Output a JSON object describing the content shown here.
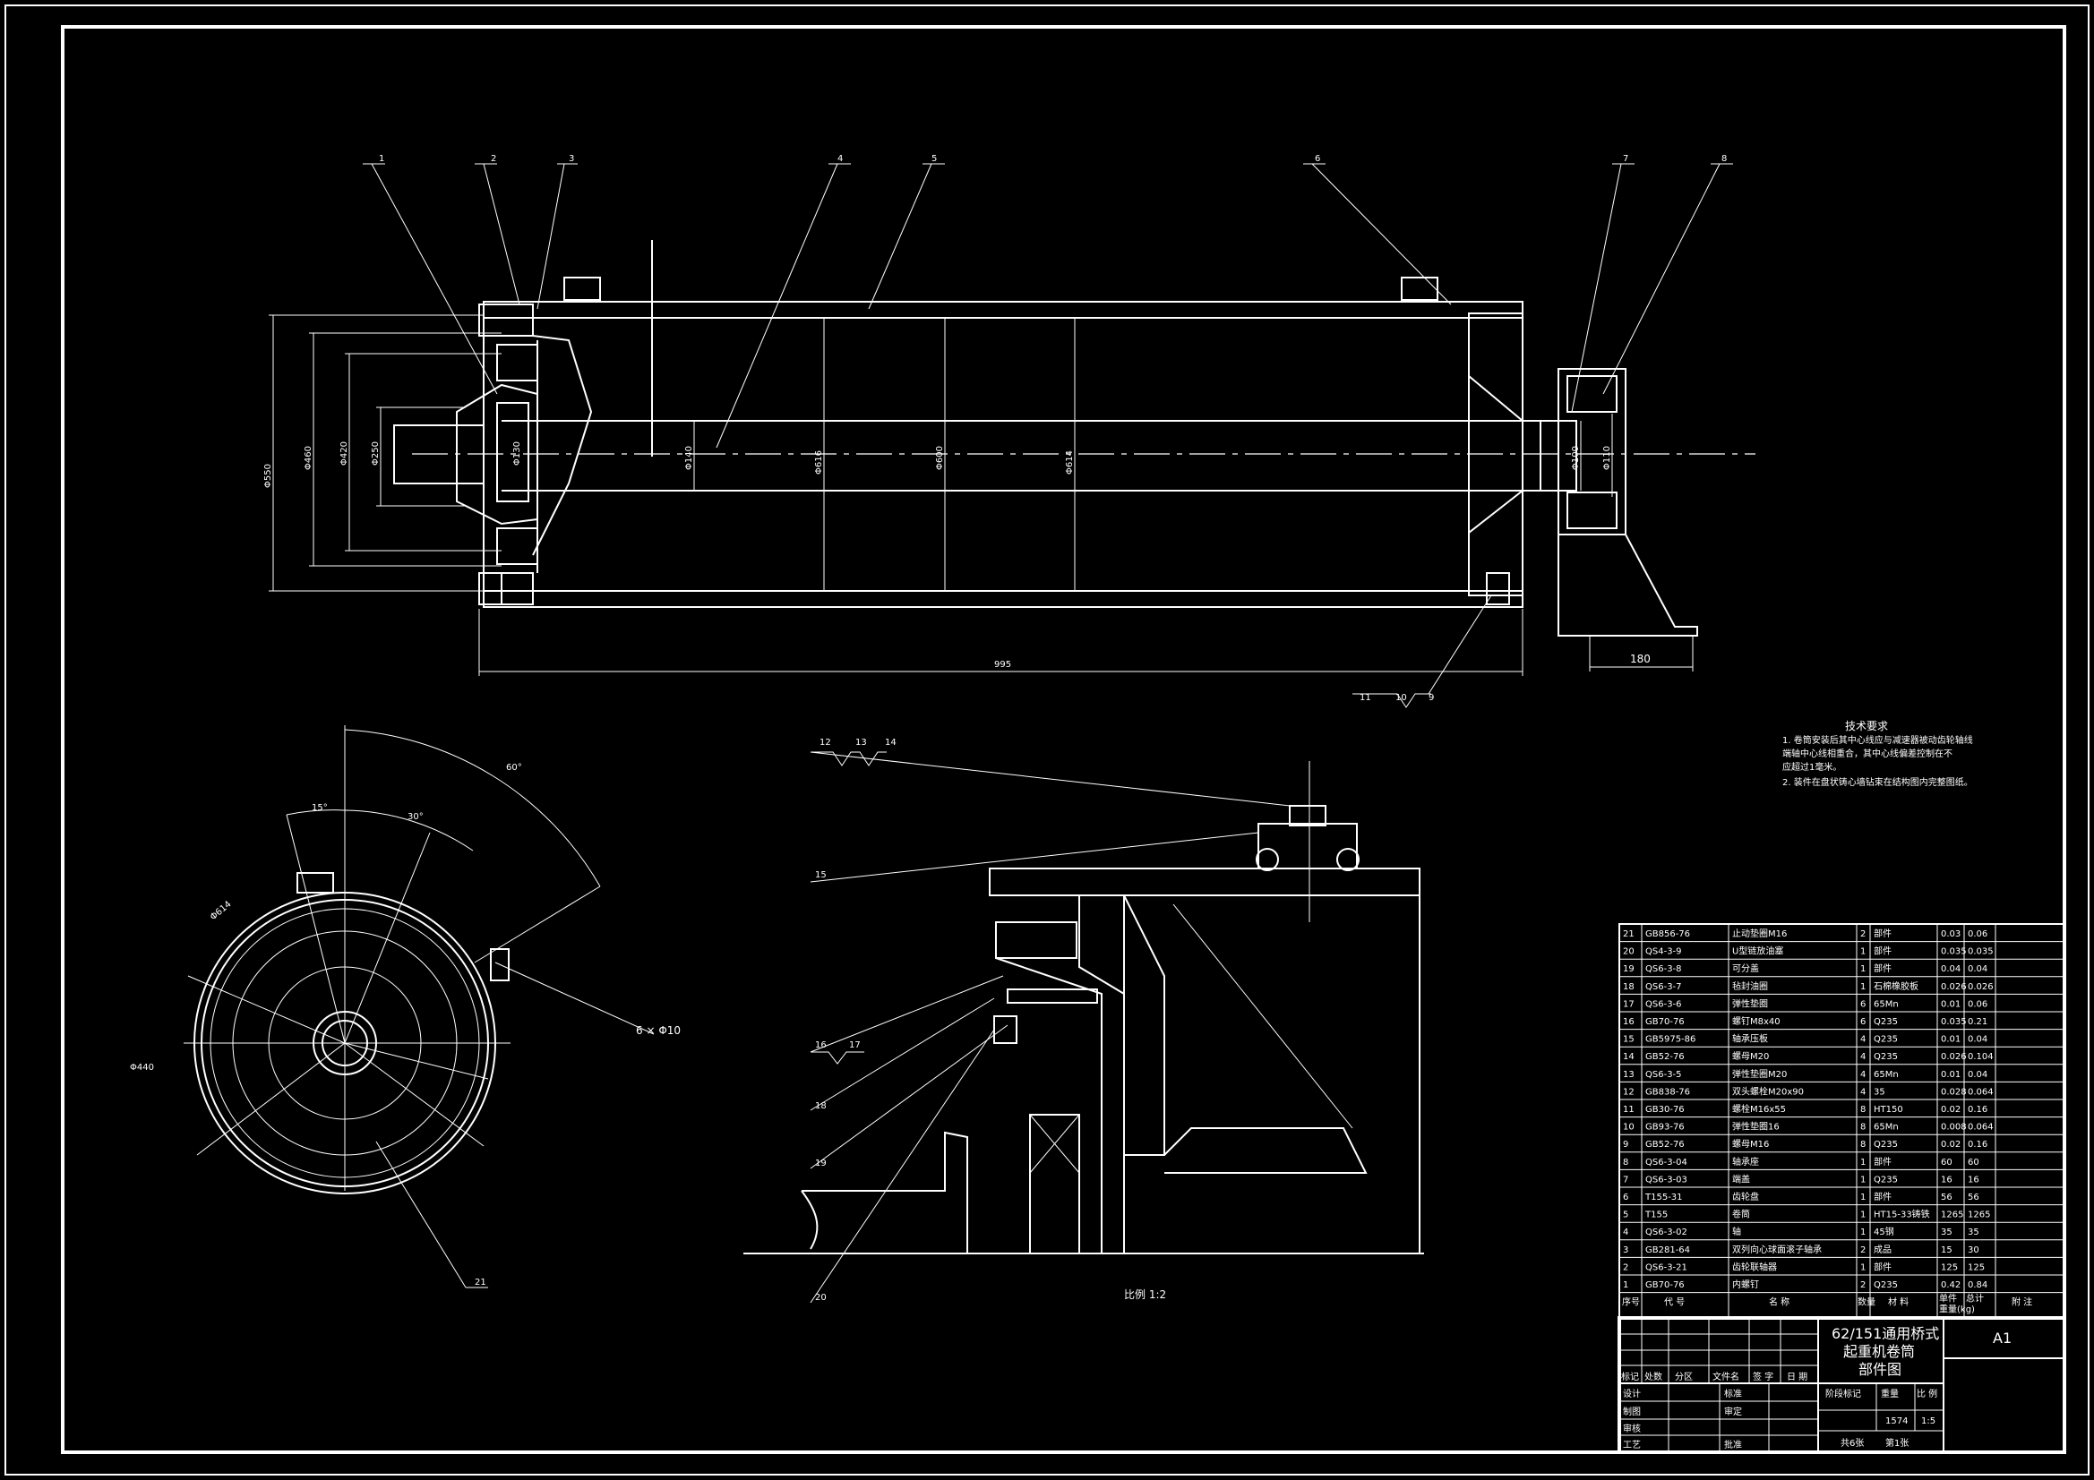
{
  "balloons": {
    "top": [
      "1",
      "2",
      "3",
      "4",
      "5",
      "6",
      "7",
      "8"
    ],
    "bottom_group": [
      "11",
      "10",
      "9"
    ],
    "detail_top": [
      "12",
      "13",
      "14"
    ],
    "detail_left": [
      "15",
      "16",
      "17",
      "18",
      "19",
      "20"
    ],
    "end_view": "21"
  },
  "dimensions": {
    "left_vertical": [
      "Φ550",
      "Φ460",
      "Φ420",
      "Φ250"
    ],
    "left_small": [
      "Φ130"
    ],
    "shaft": "Φ140",
    "drum_1": "Φ616",
    "drum_2": "Φ600",
    "drum_3": "Φ614",
    "right_1": "Φ100",
    "right_2": "Φ110",
    "overall_length": "995",
    "bracket": "180",
    "end_dia_1": "Φ614",
    "end_dia_2": "Φ440",
    "angle_1": "60°",
    "angle_2": "15°",
    "angle_3": "30°",
    "holes": "6 × Φ10"
  },
  "tech_notes": {
    "title": "技术要求",
    "line1": "1. 卷筒安装后其中心线应与减速器被动齿轮轴线",
    "line2": "   端轴中心线相重合，其中心线偏差控制在不",
    "line3": "   应超过1毫米。",
    "line4": "2. 装件在盘状铸心墙钻束在结构图内完整图纸。"
  },
  "scale_note": "比例  1:2",
  "bom": {
    "rows": [
      {
        "no": "21",
        "code": "GB856-76",
        "name": "止动垫圈M16",
        "qty": "2",
        "mat": "部件",
        "w1": "0.03",
        "w2": "0.06"
      },
      {
        "no": "20",
        "code": "QS4-3-9",
        "name": "U型链放油塞",
        "qty": "1",
        "mat": "部件",
        "w1": "0.035",
        "w2": "0.035"
      },
      {
        "no": "19",
        "code": "QS6-3-8",
        "name": "可分盖",
        "qty": "1",
        "mat": "部件",
        "w1": "0.04",
        "w2": "0.04"
      },
      {
        "no": "18",
        "code": "QS6-3-7",
        "name": "毡封油圈",
        "qty": "1",
        "mat": "石棉橡胶板",
        "w1": "0.026",
        "w2": "0.026"
      },
      {
        "no": "17",
        "code": "QS6-3-6",
        "name": "弹性垫圈",
        "qty": "6",
        "mat": "65Mn",
        "w1": "0.01",
        "w2": "0.06"
      },
      {
        "no": "16",
        "code": "GB70-76",
        "name": "螺钉M8x40",
        "qty": "6",
        "mat": "Q235",
        "w1": "0.035",
        "w2": "0.21"
      },
      {
        "no": "15",
        "code": "GB5975-86",
        "name": "轴承压板",
        "qty": "4",
        "mat": "Q235",
        "w1": "0.01",
        "w2": "0.04"
      },
      {
        "no": "14",
        "code": "GB52-76",
        "name": "螺母M20",
        "qty": "4",
        "mat": "Q235",
        "w1": "0.026",
        "w2": "0.104"
      },
      {
        "no": "13",
        "code": "QS6-3-5",
        "name": "弹性垫圈M20",
        "qty": "4",
        "mat": "65Mn",
        "w1": "0.01",
        "w2": "0.04"
      },
      {
        "no": "12",
        "code": "GB838-76",
        "name": "双头螺栓M20x90",
        "qty": "4",
        "mat": "35",
        "w1": "0.028",
        "w2": "0.064"
      },
      {
        "no": "11",
        "code": "GB30-76",
        "name": "螺栓M16x55",
        "qty": "8",
        "mat": "HT150",
        "w1": "0.02",
        "w2": "0.16"
      },
      {
        "no": "10",
        "code": "GB93-76",
        "name": "弹性垫圈16",
        "qty": "8",
        "mat": "65Mn",
        "w1": "0.008",
        "w2": "0.064"
      },
      {
        "no": "9",
        "code": "GB52-76",
        "name": "螺母M16",
        "qty": "8",
        "mat": "Q235",
        "w1": "0.02",
        "w2": "0.16"
      },
      {
        "no": "8",
        "code": "QS6-3-04",
        "name": "轴承座",
        "qty": "1",
        "mat": "部件",
        "w1": "60",
        "w2": "60"
      },
      {
        "no": "7",
        "code": "QS6-3-03",
        "name": "端盖",
        "qty": "1",
        "mat": "Q235",
        "w1": "16",
        "w2": "16"
      },
      {
        "no": "6",
        "code": "T155-31",
        "name": "齿轮盘",
        "qty": "1",
        "mat": "部件",
        "w1": "56",
        "w2": "56"
      },
      {
        "no": "5",
        "code": "T155",
        "name": "卷筒",
        "qty": "1",
        "mat": "HT15-33铸铁",
        "w1": "1265",
        "w2": "1265"
      },
      {
        "no": "4",
        "code": "QS6-3-02",
        "name": "轴",
        "qty": "1",
        "mat": "45钢",
        "w1": "35",
        "w2": "35"
      },
      {
        "no": "3",
        "code": "GB281-64",
        "name": "双列向心球面滚子轴承",
        "qty": "2",
        "mat": "成品",
        "w1": "15",
        "w2": "30"
      },
      {
        "no": "2",
        "code": "QS6-3-21",
        "name": "齿轮联轴器",
        "qty": "1",
        "mat": "部件",
        "w1": "125",
        "w2": "125"
      },
      {
        "no": "1",
        "code": "GB70-76",
        "name": "内螺钉",
        "qty": "2",
        "mat": "Q235",
        "w1": "0.42",
        "w2": "0.84"
      }
    ],
    "header": {
      "no": "序号",
      "code": "代  号",
      "name": "名  称",
      "qty": "数量",
      "mat": "材  料",
      "w1": "单件",
      "w2": "总计",
      "note": "附  注",
      "wlabel": "重量(kg)"
    }
  },
  "title_block": {
    "title_l1": "62/151通用桥式",
    "title_l2": "起重机卷筒",
    "title_l3": "部件图",
    "sheet_size": "A1",
    "rev_headers": [
      "标记",
      "处数",
      "分区",
      "文件名",
      "签  字",
      "日 期"
    ],
    "roles": [
      "设计",
      "制图",
      "审核",
      "工艺"
    ],
    "roles2": [
      "标准",
      "审定",
      "",
      "批准"
    ],
    "stage_label": "阶段标记",
    "weight_label": "重量",
    "scale_label": "比 例",
    "weight": "1574",
    "scale": "1:5",
    "sheets": "共6张",
    "sheet_no": "第1张"
  }
}
